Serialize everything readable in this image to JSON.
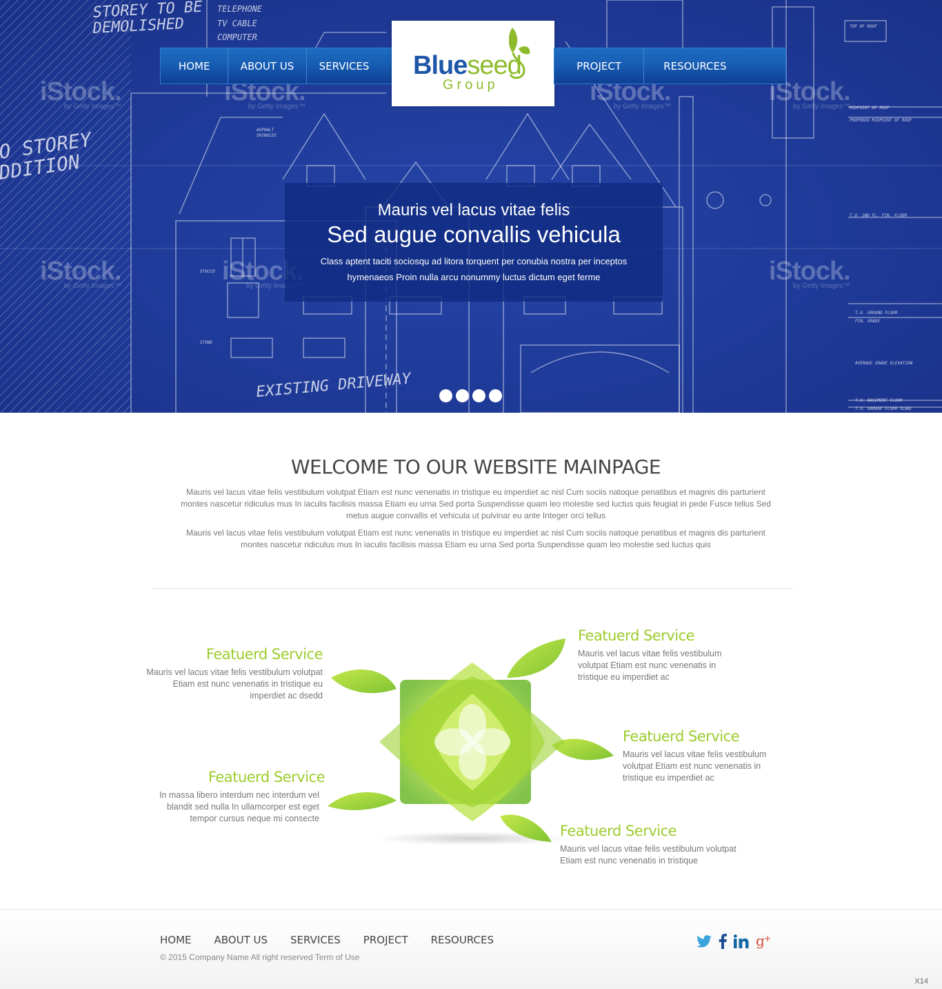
{
  "nav": {
    "left": [
      "HOME",
      "ABOUT US",
      "SERVICES"
    ],
    "right": [
      "PROJECT",
      "RESOURCES"
    ]
  },
  "logo": {
    "blue": "Blue",
    "green": "seed",
    "sub": "Group"
  },
  "hero": {
    "title_small": "Mauris vel lacus vitae felis",
    "title_large": "Sed augue convallis vehicula",
    "text": "Class aptent taciti sociosqu ad litora torquent per conubia nostra per inceptos hymenaeos Proin nulla arcu nonummy luctus dictum eget ferme",
    "slides": 4,
    "watermark": "iStock.",
    "watermark_sub": "by Getty Images™",
    "sketch_notes": [
      "STOREY TO BE DEMOLISHED",
      "TELEPHONE",
      "TV CABLE",
      "COMPUTER",
      "EXISTING DRIVEWAY"
    ]
  },
  "welcome": {
    "heading": "WELCOME TO OUR WEBSITE MAINPAGE",
    "p1": "Mauris vel lacus vitae felis vestibulum volutpat Etiam est nunc venenatis in tristique eu imperdiet ac nisl Cum sociis natoque penatibus et magnis dis parturient montes nascetur ridiculus mus In iaculis facilisis massa Etiam eu urna Sed porta Suspendisse quam leo molestie sed luctus quis feugiat in pede Fusce tellus Sed metus augue convallis et vehicula ut pulvinar eu ante Integer orci tellus",
    "p2": "Mauris vel lacus vitae felis vestibulum volutpat Etiam est nunc venenatis in tristique eu imperdiet ac nisl Cum sociis natoque penatibus et magnis dis parturient montes nascetur ridiculus mus In iaculis facilisis massa Etiam eu urna Sed porta Suspendisse quam leo molestie sed luctus quis"
  },
  "features": [
    {
      "title": "Featuerd Service",
      "text": "Mauris vel lacus vitae felis vestibulum volutpat Etiam est nunc venenatis in tristique eu imperdiet ac dsedd"
    },
    {
      "title": "Featuerd Service",
      "text": "Mauris vel lacus vitae felis vestibulum volutpat Etiam est nunc venenatis in tristique eu imperdiet ac"
    },
    {
      "title": "Featuerd Service",
      "text": "Mauris vel lacus vitae felis vestibulum volutpat Etiam est nunc venenatis in tristique eu imperdiet ac"
    },
    {
      "title": "Featuerd Service",
      "text": "In massa libero interdum nec interdum vel blandit sed nulla In ullamcorper est eget tempor cursus neque mi consecte"
    },
    {
      "title": "Featuerd Service",
      "text": "Mauris vel lacus vitae felis vestibulum volutpat Etiam est nunc venenatis in tristique"
    }
  ],
  "footer": {
    "links": [
      "HOME",
      "ABOUT US",
      "SERVICES",
      "PROJECT",
      "RESOURCES"
    ],
    "copyright": "© 2015 Company Name  All right reserved  Term of Use",
    "social": [
      "twitter-icon",
      "facebook-icon",
      "linkedin-icon",
      "google-plus-icon"
    ],
    "corner_label": "X14"
  },
  "colors": {
    "hero_blue": "#1f3a9a",
    "nav_blue": "#175eb4",
    "brand_blue": "#1e56a8",
    "brand_green": "#8dbb2c",
    "feature_green": "#9ccc2c",
    "twitter": "#3aa3dc",
    "facebook": "#1b4e94",
    "linkedin": "#1168a4",
    "google": "#d0422f"
  }
}
